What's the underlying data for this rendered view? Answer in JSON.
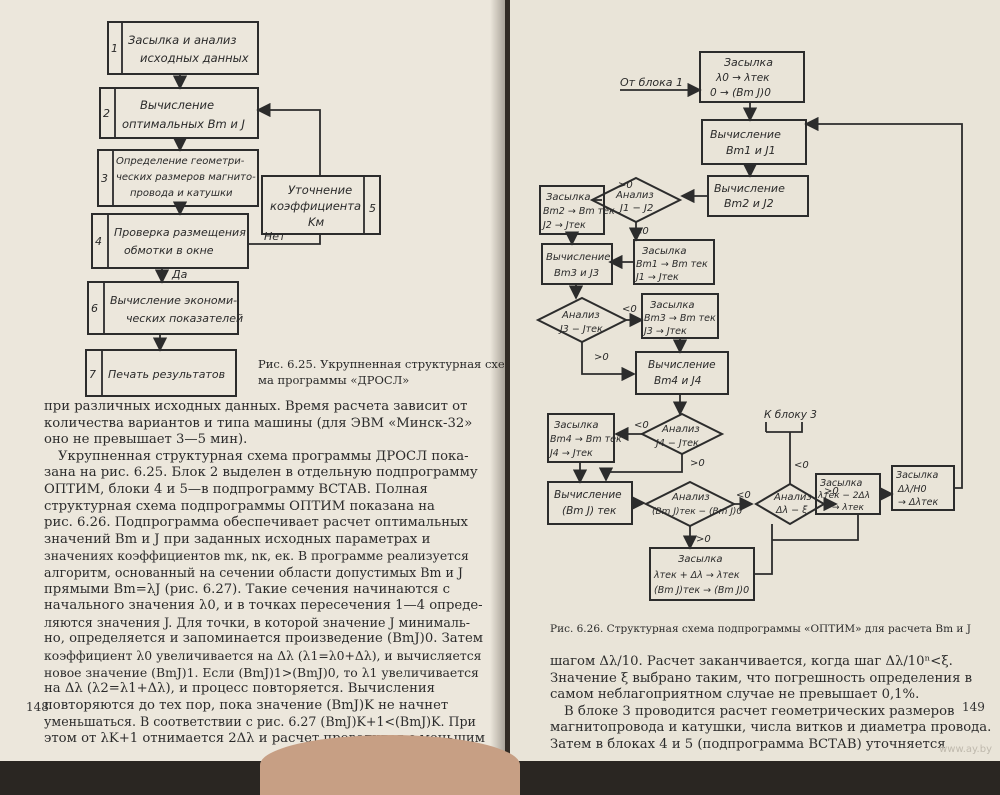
{
  "left": {
    "flowchart": {
      "b1": [
        "1",
        "Засылка и анализ",
        "исходных данных"
      ],
      "b2": [
        "2",
        "Вычисление",
        "оптимальных Bm и J"
      ],
      "b3": [
        "3",
        "Определение геометри-",
        "ческих размеров магнито-",
        "провода и катушки"
      ],
      "b4": [
        "4",
        "Проверка размещения",
        "обмотки в окне"
      ],
      "b5": [
        "5",
        "Уточнение",
        "коэффициента",
        "Kм"
      ],
      "b6": [
        "6",
        "Вычисление экономи-",
        "ческих показателей"
      ],
      "b7": [
        "7",
        "Печать результатов"
      ],
      "no": "Нет",
      "yes": "Да"
    },
    "caption": [
      "Рис. 6.25. Укрупненная структурная схе-",
      "ма программы «ДРОСЛ»"
    ],
    "text_lines": [
      "при различных исходных данных. Время расчета зависит от",
      "количества вариантов и типа машины (для ЭВМ «Минск-32»",
      "оно не превышает 3—5 мин).",
      "Укрупненная структурная схема программы ДРОСЛ пока-",
      "зана на рис. 6.25. Блок 2 выделен в отдельную подпрограмму",
      "ОПТИМ, блоки 4 и 5—в подпрограмму ВСТАВ. Полная",
      "структурная схема подпрограммы ОПТИМ показана на",
      "рис. 6.26. Подпрограмма обеспечивает расчет оптимальных",
      "значений Bm и J при заданных исходных параметрах и",
      "значениях коэффициентов mк, nк, eк. В программе реализуется",
      "алгоритм, основанный на сечении области допустимых Bm и J",
      "прямыми Bm=λJ (рис. 6.27). Такие сечения начинаются с",
      "начального значения λ0, и в точках пересечения 1—4 опреде-",
      "ляются значения J. Для точки, в которой значение J минималь-",
      "но, определяется и запоминается произведение (BmJ)0. Затем",
      "коэффициент λ0 увеличивается на Δλ (λ1=λ0+Δλ), и вычисляется",
      "новое значение (BmJ)1. Если (BmJ)1>(BmJ)0, то λ1 увеличивается",
      "на Δλ (λ2=λ1+Δλ), и процесс повторяется. Вычисления",
      "повторяются до тех пор, пока значение (BmJ)K не начнет",
      "уменьшаться. В соответствии с рис. 6.27 (BmJ)K+1<(BmJ)K. При",
      "этом от λK+1 отнимается 2Δλ и расчет проводится с меньшим"
    ],
    "page_number": "148"
  },
  "right": {
    "flowchart": {
      "from_block1": "От блока 1",
      "to_block3": "К блоку 3",
      "zas0": [
        "Засылка",
        "λ0 → λтек",
        "0 → (Bm J)0"
      ],
      "calc1": [
        "Вычисление",
        "Bm1 и J1"
      ],
      "calc2": [
        "Вычисление",
        "Bm2 и J2"
      ],
      "an12": [
        "Анализ",
        "J1 − J2"
      ],
      "zas_m2": [
        "Засылка",
        "Bm2 → Bm тек",
        "J2 → Jтек"
      ],
      "zas_m1": [
        "Засылка",
        "Bm1 → Bm тек",
        "J1 → Jтек"
      ],
      "calc3": [
        "Вычисление",
        "Bm3 и J3"
      ],
      "an3": [
        "Анализ",
        "J3 − Jтек"
      ],
      "zas_m3": [
        "Засылка",
        "Bm3 → Bm тек",
        "J3 → Jтек"
      ],
      "calc4": [
        "Вычисление",
        "Bm4 и J4"
      ],
      "zas_m4": [
        "Засылка",
        "Bm4 → Bm тек",
        "J4 → Jтек"
      ],
      "an4": [
        "Анализ",
        "J4 − Jтек"
      ],
      "calc_t": [
        "Вычисление",
        "(Bm J) тек"
      ],
      "an_t": [
        "Анализ",
        "(Bm J)тек − (Bm J)0"
      ],
      "an_e": [
        "Анализ",
        "Δλ − ξ"
      ],
      "zas_l": [
        "Засылка",
        "λтек − 2Δλ",
        "→ λтек"
      ],
      "zas_h": [
        "Засылка",
        "Δλ/H0",
        "→ Δλтек"
      ],
      "zas_b": [
        "Засылка",
        "λтек + Δλ → λтек",
        "(Bm J)тек → (Bm J)0"
      ],
      "gt0": ">0",
      "lt0": "<0"
    },
    "caption": "Рис. 6.26. Структурная схема подпрограммы «ОПТИМ» для расчета Bm и J",
    "text_lines": [
      "шагом Δλ/10. Расчет заканчивается, когда шаг Δλ/10ⁿ<ξ.",
      "Значение ξ выбрано таким, что погрешность определения в",
      "самом неблагоприятном случае не превышает 0,1%.",
      "В блоке 3 проводится расчет геометрических размеров",
      "магнитопровода и катушки, числа витков и диаметра провода.",
      "Затем в блоках 4 и 5 (подпрограмма ВСТАВ) уточняется"
    ],
    "page_number": "149"
  },
  "watermark": "www.ay.by"
}
